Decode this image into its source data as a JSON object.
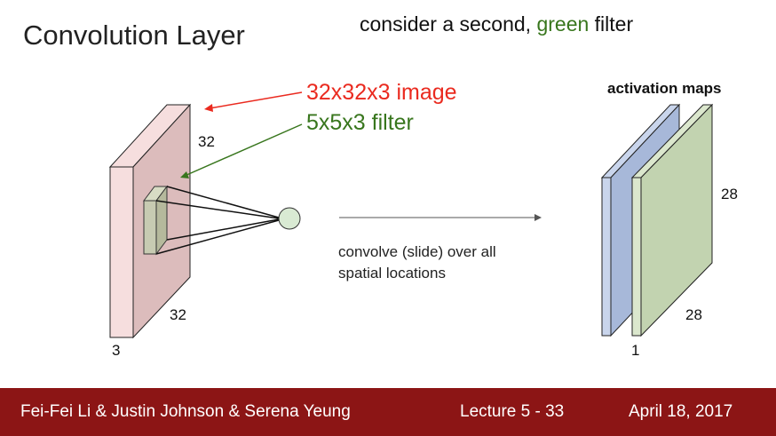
{
  "title": "Convolution Layer",
  "subtitle": {
    "prefix": "consider a second, ",
    "highlight": "green",
    "suffix": " filter"
  },
  "labels": {
    "image": "32x32x3 image",
    "filter": "5x5x3 filter",
    "activation_maps": "activation maps",
    "convolve_line1": "convolve (slide) over all",
    "convolve_line2": "spatial locations"
  },
  "dimensions": {
    "input_height": "32",
    "input_width": "32",
    "input_depth": "3",
    "output_height": "28",
    "output_width": "28",
    "output_depth": "1"
  },
  "footer": {
    "authors": "Fei-Fei Li & Justin Johnson & Serena Yeung",
    "lecture": "Lecture 5 - 33",
    "date": "April 18, 2017"
  },
  "colors": {
    "image_label": "#ea2a1f",
    "filter_label": "#38761d",
    "footer_bg": "#8c1515",
    "input_face": "#dcbcbc",
    "input_side": "#f6dede",
    "map_blue": "#a7b8d9",
    "map_green": "#c2d3b0"
  }
}
